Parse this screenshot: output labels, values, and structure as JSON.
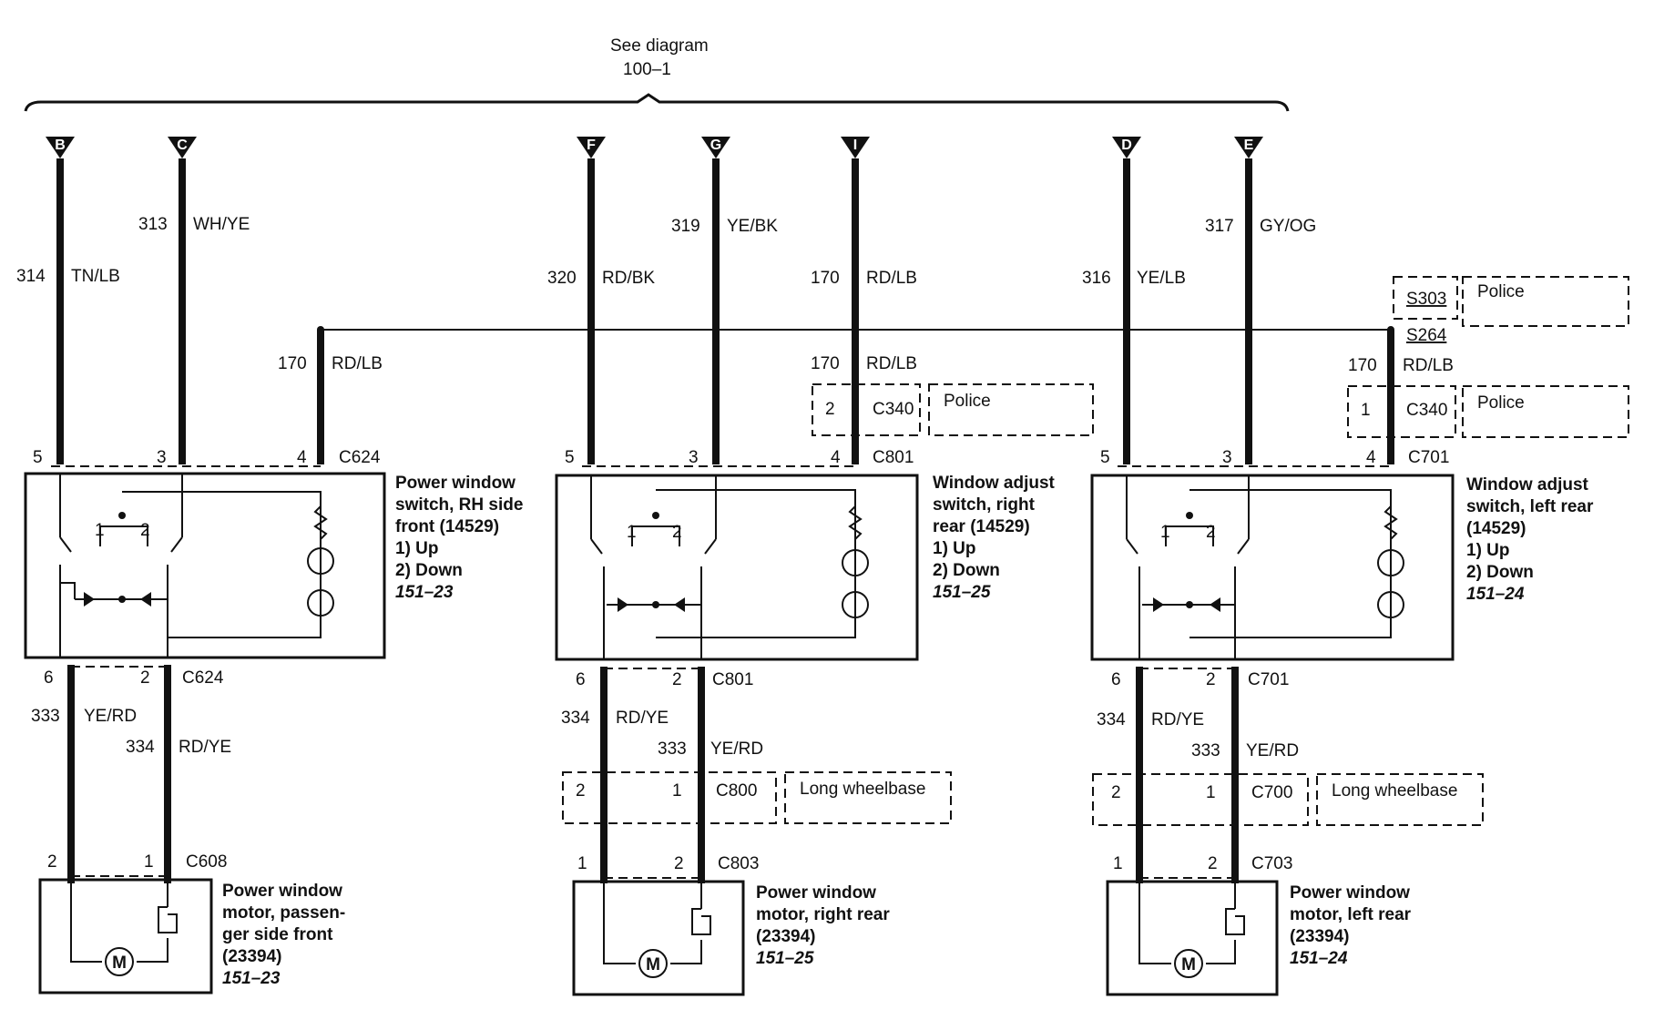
{
  "header": {
    "see_diagram": "See diagram",
    "diagram_ref": "100–1"
  },
  "terminals": [
    "B",
    "C",
    "F",
    "G",
    "I",
    "D",
    "E"
  ],
  "modules": [
    {
      "wires_top": [
        {
          "circuit": "314",
          "color": "TN/LB"
        },
        {
          "circuit": "313",
          "color": "WH/YE"
        },
        {
          "circuit": "170",
          "color": "RD/LB"
        }
      ],
      "top_pins": [
        "5",
        "3",
        "4"
      ],
      "top_connector": "C624",
      "switch_label": [
        "Power window",
        "switch, RH side",
        "front (14529)",
        "1)   Up",
        "2)   Down"
      ],
      "switch_ref": "151–23",
      "bottom_pins": [
        "6",
        "2"
      ],
      "bottom_connector": "C624",
      "wires_bottom": [
        {
          "circuit": "333",
          "color": "YE/RD"
        },
        {
          "circuit": "334",
          "color": "RD/YE"
        }
      ],
      "motor_pins": [
        "2",
        "1"
      ],
      "motor_connector": "C608",
      "motor_label": [
        "Power window",
        "motor, passen-",
        "ger side front",
        "(23394)"
      ],
      "motor_ref": "151–23",
      "switch_numbers": [
        "1",
        "2"
      ]
    },
    {
      "wires_top": [
        {
          "circuit": "320",
          "color": "RD/BK"
        },
        {
          "circuit": "319",
          "color": "YE/BK"
        },
        {
          "circuit": "170",
          "color": "RD/LB"
        }
      ],
      "wire_extra": {
        "circuit": "170",
        "color": "RD/LB"
      },
      "police": {
        "pin": "2",
        "connector": "C340",
        "label": "Police"
      },
      "top_pins": [
        "5",
        "3",
        "4"
      ],
      "top_connector": "C801",
      "switch_label": [
        "Window adjust",
        "switch, right",
        "rear (14529)",
        "1)   Up",
        "2)   Down"
      ],
      "switch_ref": "151–25",
      "bottom_pins": [
        "6",
        "2"
      ],
      "bottom_connector": "C801",
      "wires_bottom": [
        {
          "circuit": "334",
          "color": "RD/YE"
        },
        {
          "circuit": "333",
          "color": "YE/RD"
        }
      ],
      "lwb": {
        "pins": [
          "2",
          "1"
        ],
        "connector": "C800",
        "label": "Long wheelbase"
      },
      "motor_pins": [
        "1",
        "2"
      ],
      "motor_connector": "C803",
      "motor_label": [
        "Power window",
        "motor, right rear",
        "(23394)"
      ],
      "motor_ref": "151–25",
      "switch_numbers": [
        "1",
        "2"
      ]
    },
    {
      "wires_top": [
        {
          "circuit": "316",
          "color": "YE/LB"
        },
        {
          "circuit": "317",
          "color": "GY/OG"
        },
        {
          "circuit": "170",
          "color": "RD/LB"
        }
      ],
      "splice": {
        "s303": "S303",
        "s303_label": "Police",
        "s264": "S264"
      },
      "police": {
        "pin": "1",
        "connector": "C340",
        "label": "Police"
      },
      "top_pins": [
        "5",
        "3",
        "4"
      ],
      "top_connector": "C701",
      "switch_label": [
        "Window adjust",
        "switch, left rear",
        "(14529)",
        "1)   Up",
        "2)   Down"
      ],
      "switch_ref": "151–24",
      "bottom_pins": [
        "6",
        "2"
      ],
      "bottom_connector": "C701",
      "wires_bottom": [
        {
          "circuit": "334",
          "color": "RD/YE"
        },
        {
          "circuit": "333",
          "color": "YE/RD"
        }
      ],
      "lwb": {
        "pins": [
          "2",
          "1"
        ],
        "connector": "C700",
        "label": "Long wheelbase"
      },
      "motor_pins": [
        "1",
        "2"
      ],
      "motor_connector": "C703",
      "motor_label": [
        "Power window",
        "motor, left rear",
        "(23394)"
      ],
      "motor_ref": "151–24",
      "switch_numbers": [
        "1",
        "2"
      ]
    }
  ],
  "motor_symbol": "M"
}
